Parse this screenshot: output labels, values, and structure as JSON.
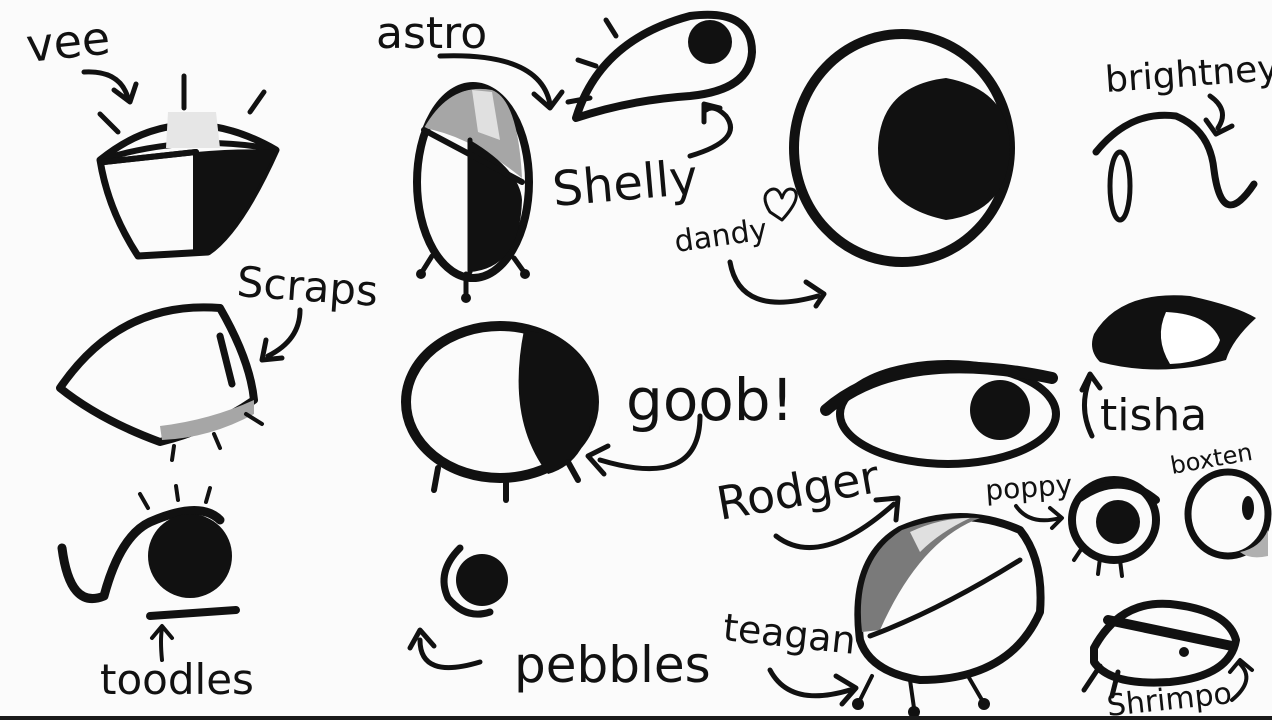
{
  "labels": {
    "vee": "vee",
    "astro": "astro",
    "shelly": "Shelly",
    "dandy": "dandy",
    "brightney": "brightney",
    "scraps": "Scraps",
    "goob": "goob!",
    "tisha": "tisha",
    "boxten": "boxten",
    "rodger": "Rodger",
    "poppy": "poppy",
    "toodles": "toodles",
    "pebbles": "pebbles",
    "teagan": "teagan",
    "shrimpo": "Shrimpo"
  },
  "colors": {
    "ink": "#111111",
    "background": "#fbfbfb",
    "gray_light": "#d9d9d9",
    "gray_mid": "#a6a6a6",
    "gray_dark": "#7a7a7a"
  }
}
